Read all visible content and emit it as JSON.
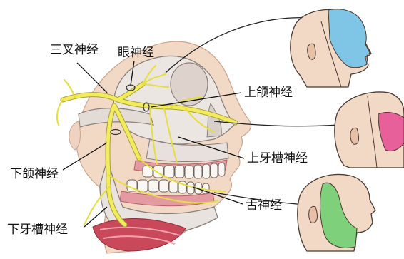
{
  "labels": {
    "trigeminal": "三叉神经",
    "ophthalmic": "眼神经",
    "maxillary": "上颌神经",
    "superior_alveolar": "上牙槽神经",
    "mandibular": "下颌神经",
    "lingual": "舌神经",
    "inferior_alveolar": "下牙槽神经"
  },
  "colors": {
    "nerve": "#f2ec5c",
    "nerve_outline": "#a9a23a",
    "skin": "#f2d9c6",
    "skin_shade": "#e4bda4",
    "bone": "#e9e3df",
    "bone_line": "#8b7f7a",
    "gum": "#e39aa0",
    "muscle": "#c9485a",
    "ophthalmic_zone": "#7fc6e6",
    "maxillary_zone": "#e8609a",
    "mandibular_zone": "#7fd07a",
    "arrow": "#222222"
  }
}
